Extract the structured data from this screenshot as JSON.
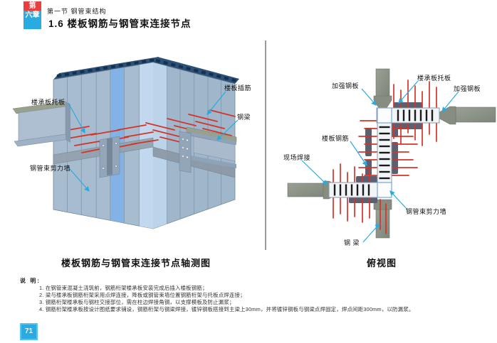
{
  "header": {
    "chapter_tab_red": "第",
    "chapter_tab_blue": "六章",
    "section": "第一节  钢管束结构",
    "title": "1.6  楼板钢筋与钢管束连接节点"
  },
  "left_figure": {
    "labels": {
      "deck_support_plate": "楼承板托板",
      "tube_bundle_wall": "钢管束剪力墙",
      "slab_insert_rebar": "楼板插筋",
      "steel_beam": "钢梁"
    },
    "caption": "楼板钢筋与钢管束连接节点轴测图"
  },
  "right_figure": {
    "labels": {
      "reinforce_plate_left": "加强钢板",
      "deck_support_plate": "楼承板托板",
      "reinforce_plate_right": "加强钢板",
      "slab_rebar": "楼板钢筋",
      "site_weld": "现场焊接",
      "tube_bundle_wall": "钢管束剪力墙",
      "steel_beam": "钢 梁"
    },
    "caption": "俯视图"
  },
  "notes": {
    "heading": "说 明:",
    "items": [
      "1. 在钢管束混凝土浇筑前，钢筋桁架楼承板安装完成后插入楼板钢筋；",
      "2. 梁与楼承板钢筋桁架采用点焊连接，降板或钢管束墙位置钢筋桁架与托板点焊连接；",
      "3. 钢筋桁架楼承板与钢柱交接部位，需在柱边焊接角钢，以支撑模板及防止漏浆；",
      "4. 钢筋桁架楼承板按设计图纸要求铺设，钢筋桁架与钢梁焊接，镀锌钢板搭接到主梁上30mm，并将镀锌钢板与钢梁点焊固定，焊点间距300mm，以防漏浆。"
    ]
  },
  "footer": {
    "page_number": "71"
  },
  "colors": {
    "accent_blue": "#29abe2",
    "tab_red": "#e8403e",
    "rebar_red": "#d63327",
    "wall_blue": "#a7bccf",
    "beam_gray": "#8f948a",
    "plate_dark": "#5a6070"
  }
}
